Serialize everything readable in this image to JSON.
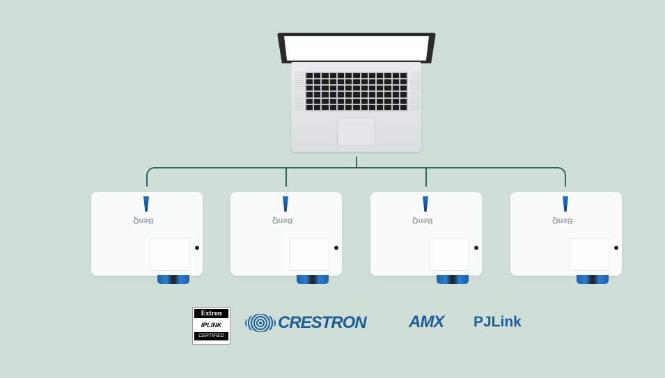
{
  "projectors": [
    {
      "brand": "BenQ"
    },
    {
      "brand": "BenQ"
    },
    {
      "brand": "BenQ"
    },
    {
      "brand": "BenQ"
    }
  ],
  "logos": {
    "extron": {
      "top": "Extron",
      "middle": "IPLINK",
      "bottom": "CERTIFIED"
    },
    "crestron": "CRESTRON",
    "amx": "AMX",
    "pjlink": "PJLink"
  },
  "colors": {
    "background": "#cfdfd8",
    "connector": "#2e6a5e",
    "logo_blue": "#1b5c9b"
  }
}
